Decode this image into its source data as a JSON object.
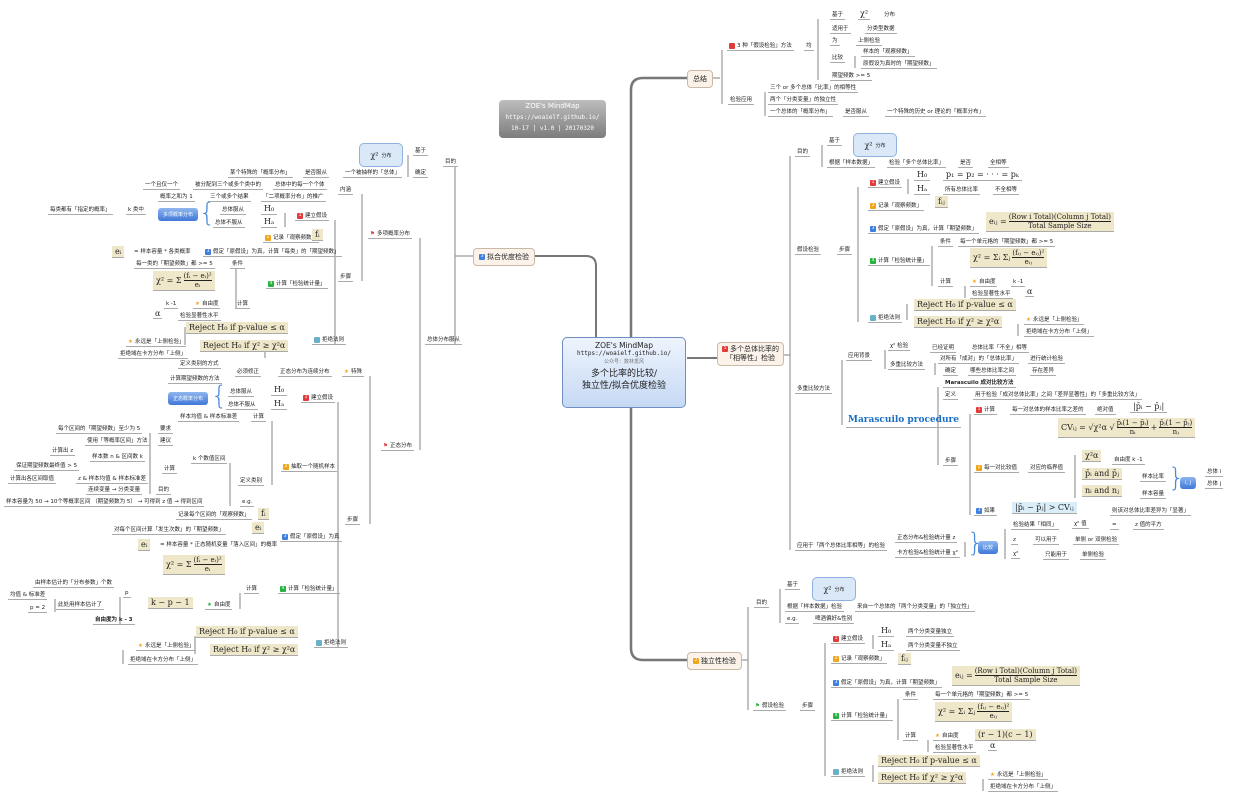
{
  "header": {
    "title": "ZOE's MindMap",
    "url": "https://woaielf.github.io/",
    "version": "10-17 | v1.0 | 20170320"
  },
  "center": {
    "title": "ZOE's MindMap",
    "url": "https://woaielf.github.io/",
    "account": "公众号：数林觅风",
    "line1": "多个比率的比较/",
    "line2": "独立性/拟合优度检验"
  },
  "summary": [
    "总结",
    "3 种「假设检验」方法",
    "均",
    "基于",
    "χ²",
    "适用于",
    "分类型数据",
    "为",
    "上侧检验",
    "比较",
    "样本的「观察频数」",
    "原假设为真时的「期望频数」",
    "期望频数 >= 5",
    "检验应用",
    "三个 or 多个总体「比率」的相等性",
    "两个「分类变量」的独立性",
    "一个总体的「概率分布」",
    "是否服从",
    "一个特殊的历史 or 理论的「概率分布」",
    "分布"
  ],
  "homog_title": [
    "多个总体比率的",
    "「相等性」检验"
  ],
  "homog": [
    "目的",
    "基于",
    "χ²",
    "分布",
    "根据「样本数据」",
    "检验「多个总体比率」",
    "是否",
    "全相等",
    "假设检验",
    "步骤",
    "建立假设",
    "H₀",
    "p₁ = p₂ = · · · = pₖ",
    "Hₐ",
    "所有总体比率",
    "不全相等",
    "记录「观察频数」",
    "fᵢⱼ",
    "假定「原假设」为真，计算「期望频数」",
    "eᵢⱼ =",
    "(Row i Total)(Column j Total)",
    "Total Sample Size",
    "计算「检验统计量」",
    "条件",
    "每一个单元格的「期望频数」都 >= 5",
    "χ² = Σᵢ Σⱼ",
    "(fᵢⱼ − eᵢⱼ)²",
    "eᵢⱼ",
    "计算",
    "自由度",
    "k -1",
    "检验显著性水平",
    "α",
    "拒绝法则",
    "Reject H₀ if p-value ≤ α",
    "Reject H₀ if χ² ≥ χ²α",
    "永远是「上侧检验」",
    "拒绝域在卡方分布「上侧」"
  ],
  "marasc": [
    "多重比较方法",
    "应用背景",
    "χ² 检验",
    "已经证明",
    "总体比率「不全」相等",
    "多重比较方法",
    "对所有「成对」的「总体比率」",
    "进行统计检验",
    "确定",
    "哪些总体比率之间",
    "存在差异",
    "Marascuilo 成对比较方法",
    "Marascuilo procedure",
    "定义",
    "用于检验「成对总体比率」之间「差异显著性」的「多重比较方法」",
    "步骤",
    "计算",
    "每一对总体的样本比率之差的",
    "绝对值",
    "|p̄ᵢ − p̄ⱼ|",
    "CVᵢⱼ = √χ²α √",
    "p̄ᵢ(1 − p̄ᵢ)",
    "nᵢ",
    "p̄ⱼ(1 − p̄ⱼ)",
    "nⱼ",
    "每一对比较值",
    "对应的临界值",
    "χ²α",
    "自由度 k -1",
    "p̄ᵢ and p̄ⱼ",
    "样本比率",
    "nᵢ and nⱼ",
    "样本容量",
    "i, j",
    "总体 i",
    "总体 j",
    "如果",
    "|p̄ᵢ − p̄ⱼ| > CVᵢⱼ",
    "则该对总体比率差异为「显著」",
    "应用于「两个总体比率相等」的检验",
    "正态分布&检验统计量 z",
    "卡方检验&检验统计量 χ²",
    "比较",
    "检验结果「相同」",
    "χ² 值",
    "=",
    "z 值的平方",
    "z",
    "可以用于",
    "单侧 or 双侧检验",
    "χ²",
    "只能用于",
    "单侧检验"
  ],
  "indep": [
    "独立性检验",
    "目的",
    "基于",
    "χ²",
    "分布",
    "根据「样本数据」检验",
    "来自一个总体的「两个分类变量」的「独立性」",
    "e.g.",
    "啤酒偏好&性别",
    "假设检验",
    "步骤",
    "建立假设",
    "H₀",
    "两个分类变量独立",
    "Hₐ",
    "两个分类变量不独立",
    "记录「观察频数」",
    "fᵢⱼ",
    "假定「原假设」为真，计算「期望频数」",
    "eᵢⱼ =",
    "(Row i Total)(Column j Total)",
    "Total Sample Size",
    "计算「检验统计量」",
    "条件",
    "每一个单元格的「期望频数」都 >= 5",
    "χ² = Σᵢ Σⱼ",
    "(fᵢⱼ − eᵢⱼ)²",
    "eᵢⱼ",
    "计算",
    "自由度",
    "(r − 1)(c − 1)",
    "检验显著性水平",
    "α",
    "拒绝法则",
    "Reject H₀ if p-value ≤ α",
    "Reject H₀ if χ² ≥ χ²α",
    "永远是「上侧检验」",
    "拒绝域在卡方分布「上侧」"
  ],
  "gof": [
    "拟合优度检验",
    "目的",
    "基于",
    "χ²",
    "分布",
    "确定",
    "一个被抽样的「总体」",
    "是否服从",
    "某个特殊的「概率分布」",
    "总体分布服从",
    "多项概率分布",
    "内涵",
    "总体中的每一个个体",
    "被分配到三个或多个类中的",
    "一个且仅一个",
    "「二项概率分布」的推广",
    "三个或多个结果",
    "概率之和为 1",
    "建立假设",
    "总体服从",
    "H₀",
    "总体不服从",
    "Hₐ",
    "多项概率分布",
    "k 类中",
    "每类都有「指定的概率」",
    "记录「观察频数」",
    "fᵢ",
    "假定「原假设」为真，计算「每类」的「期望频数」",
    "eᵢ",
    "= 样本容量 * 各类概率",
    "步骤",
    "计算「检验统计量」",
    "条件",
    "每一类的「期望频数」都 >= 5",
    "χ² = Σ",
    "(fᵢ − eᵢ)²",
    "eᵢ",
    "计算",
    "自由度",
    "k -1",
    "α",
    "检验显著性水平",
    "拒绝法则",
    "Reject H₀ if p-value ≤ α",
    "Reject H₀ if χ² ≥ χ²α",
    "永远是「上侧检验」",
    "拒绝域在卡方分布「上侧」"
  ],
  "normal": [
    "正态分布",
    "特殊",
    "正态分布为连续分布",
    "必须修正",
    "定义类别的方式",
    "计算期望频数的方法",
    "建立假设",
    "总体服从",
    "H₀",
    "总体不服从",
    "Hₐ",
    "正态概率分布",
    "步骤",
    "抽取一个随机样本",
    "计算",
    "样本均值 & 样本标准差",
    "定义类别",
    "k 个数值区间",
    "要求",
    "每个区间的「期望频数」至少为 5",
    "建议",
    "使用「等概率区间」方法",
    "计算",
    "样本数 n & 区间数 k",
    "计算出 z",
    "保证期望频数最终值 > 5",
    "z & 样本均值 & 样本标准差",
    "计算出各区间取值",
    "目的",
    "连续变量 → 分类变量",
    "e.g.",
    "样本容量为 50 → 10个等概率区间 （期望频数为 5） → 可得到 z 值 → 得到区间",
    "记录每个区间的「观察频数」",
    "fᵢ",
    "假定「原假设」为真",
    "对每个区间计算「发生次数」的「期望频数」",
    "eᵢ",
    "eᵢ",
    "= 样本容量 * 正态随机变量「落入区间」的概率",
    "计算「检验统计量」",
    "计算",
    "χ² = Σ",
    "(fᵢ − eᵢ)²",
    "eᵢ",
    "自由度",
    "k − p − 1",
    "p",
    "由样本估计的「分布参数」个数",
    "此处用样本估计了",
    "均值 & 标准差",
    "p = 2",
    "自由度为 k - 3",
    "拒绝法则",
    "Reject H₀ if p-value ≤ α",
    "Reject H₀ if χ² ≥ χ²α",
    "永远是「上侧检验」",
    "拒绝域在卡方分布「上侧」"
  ],
  "icons": {
    "1": "1",
    "2": "2",
    "3": "3",
    "4": "4",
    "5": "5"
  },
  "colors": {
    "accent": "#3f78d8",
    "formula_bg": "#efe7c9",
    "topic_bg": "#fbf3ea"
  }
}
